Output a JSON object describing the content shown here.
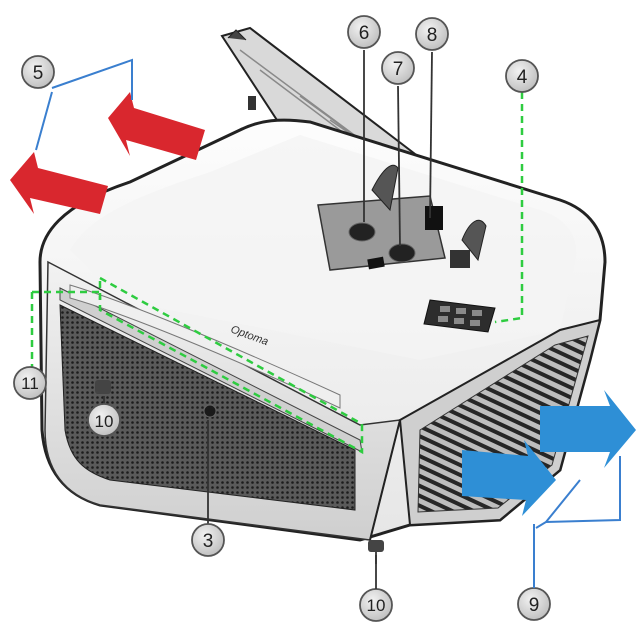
{
  "brand": "Optoma",
  "callouts": {
    "c3": "3",
    "c4": "4",
    "c5": "5",
    "c6": "6",
    "c7": "7",
    "c8": "8",
    "c9": "9",
    "c10a": "10",
    "c10b": "10",
    "c11": "11"
  },
  "colors": {
    "exhaust_arrow": "#d9272e",
    "intake_arrow": "#2e8fd6",
    "highlight_dash": "#2ecc40",
    "callout_fill": "#d0d0d0",
    "callout_stroke": "#555555",
    "body_stroke": "#222222"
  },
  "icons": {
    "exhaust_arrows": "red-arrow-icon",
    "intake_arrows": "blue-arrow-icon",
    "callout_badges": "numbered-circle-icon"
  }
}
